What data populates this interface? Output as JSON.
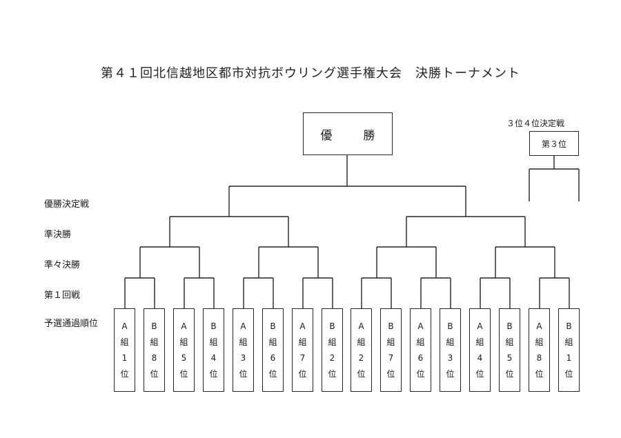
{
  "title": "第４１回北信越地区都市対抗ボウリング選手権大会　決勝トーナメント",
  "champion_label": "優　勝",
  "third_place": {
    "caption": "３位４位決定戦",
    "label": "第３位"
  },
  "round_labels": [
    "優勝決定戦",
    "準決勝",
    "準々決勝",
    "第１回戦",
    "予選通過順位"
  ],
  "entries": [
    {
      "group": "A",
      "kumi": "組",
      "rank": "1",
      "i": "位"
    },
    {
      "group": "B",
      "kumi": "組",
      "rank": "8",
      "i": "位"
    },
    {
      "group": "A",
      "kumi": "組",
      "rank": "5",
      "i": "位"
    },
    {
      "group": "B",
      "kumi": "組",
      "rank": "4",
      "i": "位"
    },
    {
      "group": "A",
      "kumi": "組",
      "rank": "3",
      "i": "位"
    },
    {
      "group": "B",
      "kumi": "組",
      "rank": "6",
      "i": "位"
    },
    {
      "group": "A",
      "kumi": "組",
      "rank": "7",
      "i": "位"
    },
    {
      "group": "B",
      "kumi": "組",
      "rank": "2",
      "i": "位"
    },
    {
      "group": "A",
      "kumi": "組",
      "rank": "2",
      "i": "位"
    },
    {
      "group": "B",
      "kumi": "組",
      "rank": "7",
      "i": "位"
    },
    {
      "group": "A",
      "kumi": "組",
      "rank": "6",
      "i": "位"
    },
    {
      "group": "B",
      "kumi": "組",
      "rank": "3",
      "i": "位"
    },
    {
      "group": "A",
      "kumi": "組",
      "rank": "4",
      "i": "位"
    },
    {
      "group": "B",
      "kumi": "組",
      "rank": "5",
      "i": "位"
    },
    {
      "group": "A",
      "kumi": "組",
      "rank": "8",
      "i": "位"
    },
    {
      "group": "B",
      "kumi": "組",
      "rank": "1",
      "i": "位"
    }
  ]
}
